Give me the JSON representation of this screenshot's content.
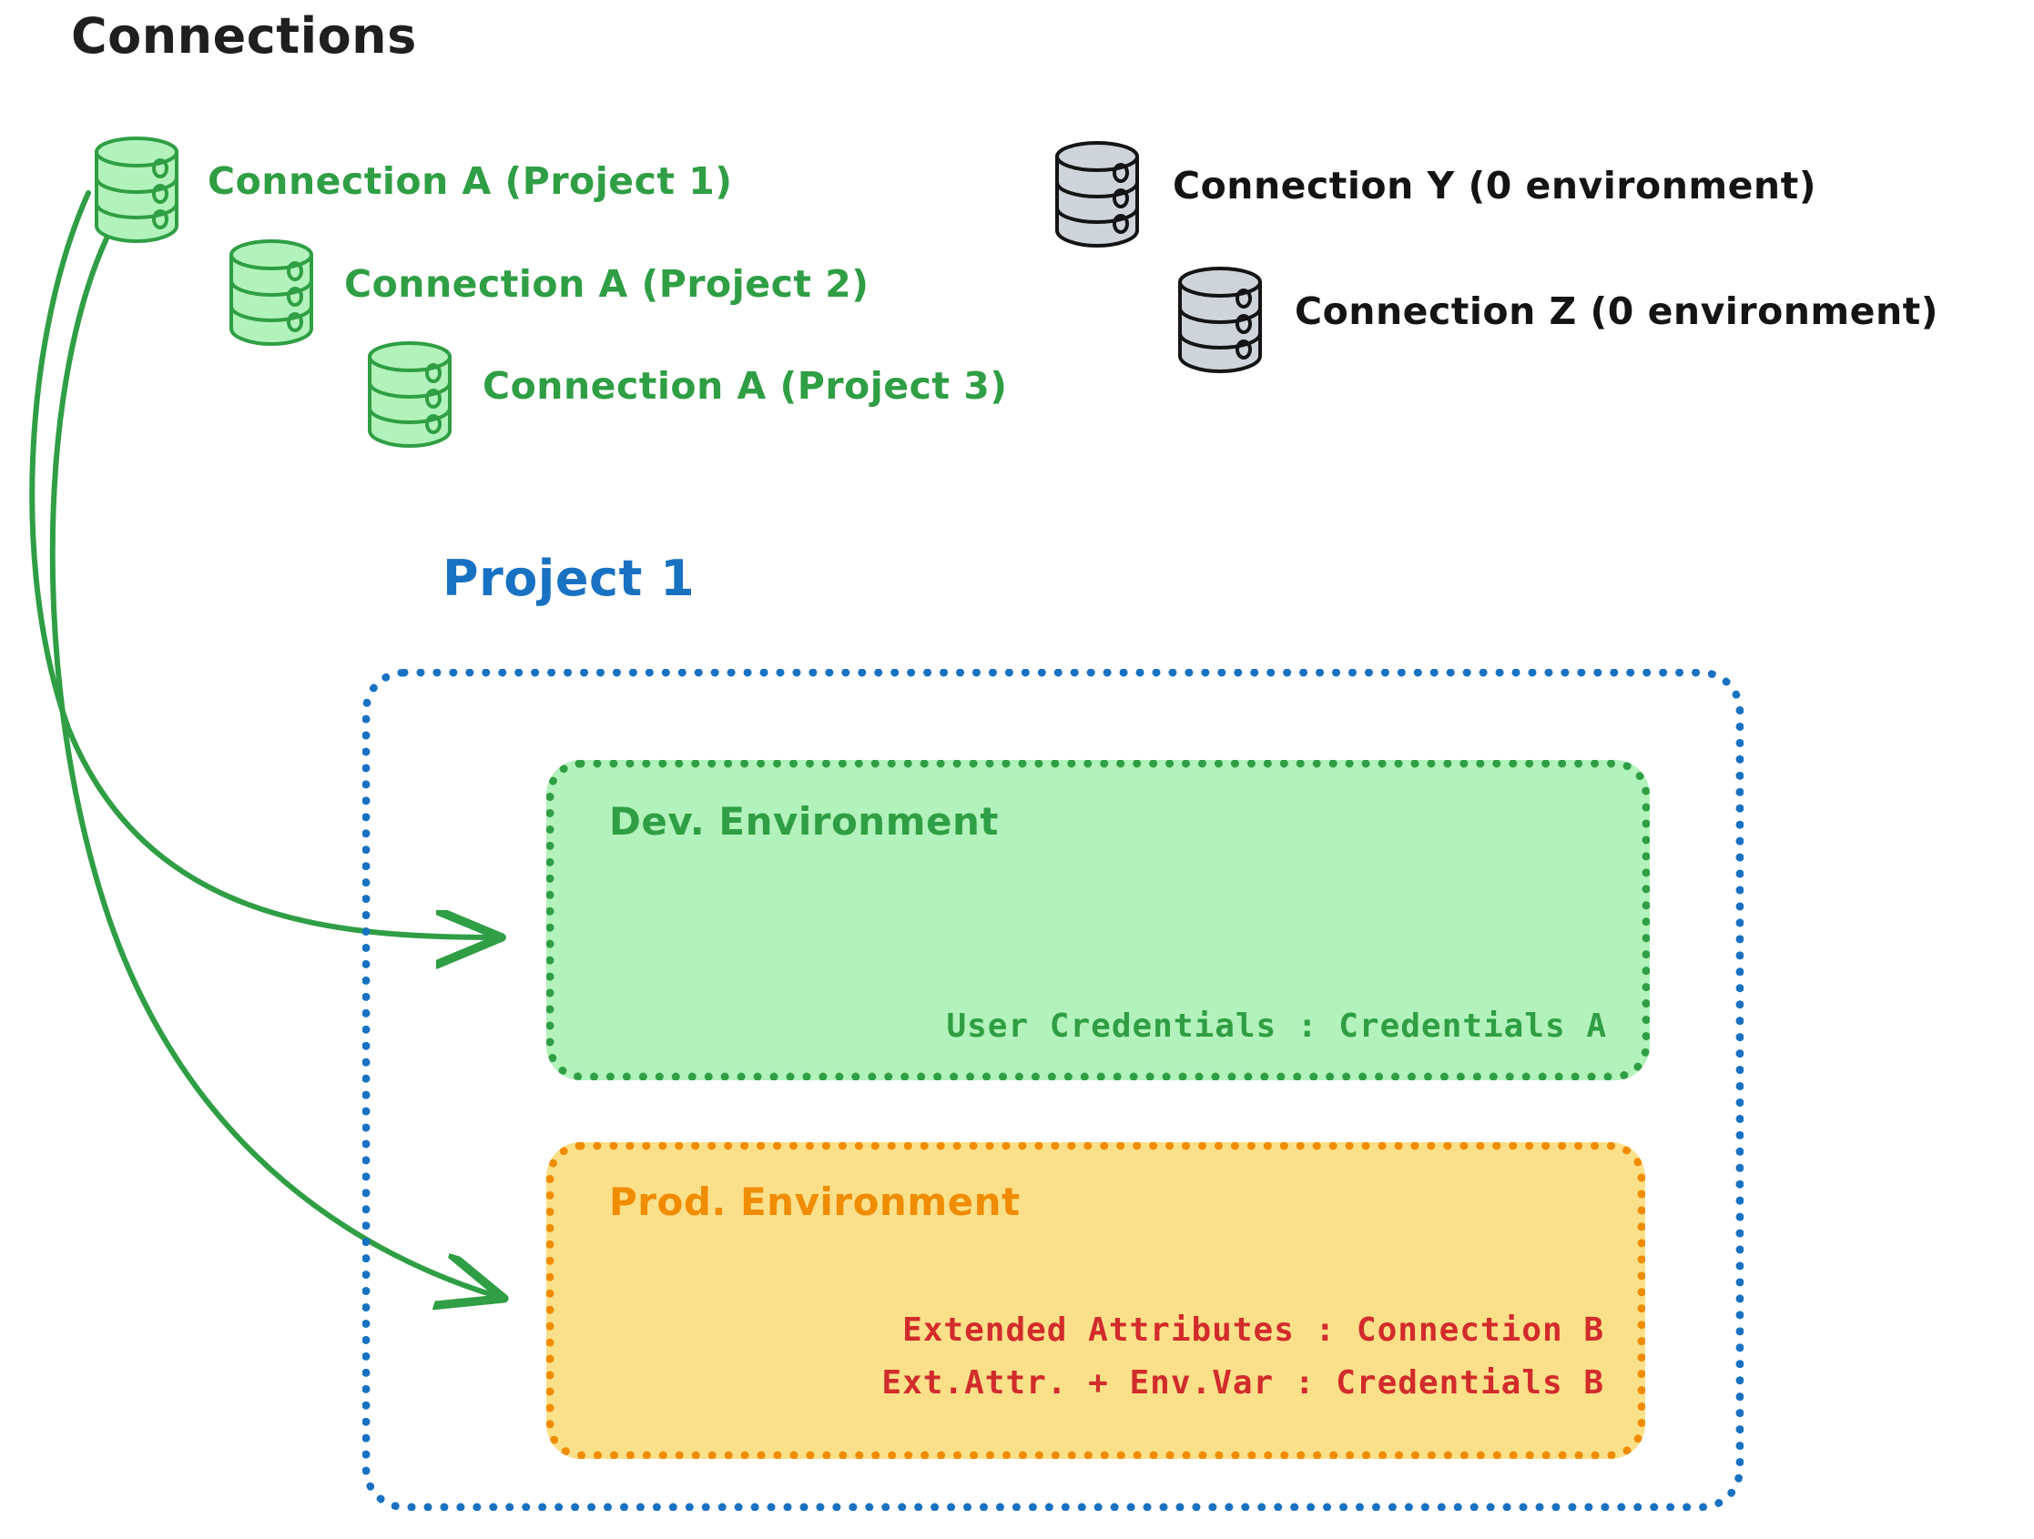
{
  "title": "Connections",
  "colors": {
    "green_stroke": "#2f9e44",
    "green_fill": "#b2f2bb",
    "gray_stroke": "#141414",
    "gray_fill": "#ced4da",
    "blue": "#1971c2",
    "orange": "#f08c00",
    "yellow_fill": "#fbe08a",
    "red": "#d22b2b",
    "black": "#1f1f1f"
  },
  "connections": {
    "heading": "Connections",
    "green_items": [
      {
        "label": "Connection A (Project 1)",
        "icon": "database-icon",
        "color": "green"
      },
      {
        "label": "Connection A (Project 2)",
        "icon": "database-icon",
        "color": "green"
      },
      {
        "label": "Connection A (Project 3)",
        "icon": "database-icon",
        "color": "green"
      }
    ],
    "gray_items": [
      {
        "label": "Connection Y (0 environment)",
        "icon": "database-icon",
        "color": "gray"
      },
      {
        "label": "Connection Z (0 environment)",
        "icon": "database-icon",
        "color": "gray"
      }
    ]
  },
  "project": {
    "title": "Project 1",
    "environments": [
      {
        "name": "Dev. Environment",
        "color": "green",
        "details": [
          "User Credentials : Credentials A"
        ]
      },
      {
        "name": "Prod. Environment",
        "color": "orange",
        "details": [
          "Extended Attributes : Connection B",
          "Ext.Attr. + Env.Var : Credentials B"
        ]
      }
    ]
  },
  "arrows": [
    {
      "name": "arrow-connection-a-to-dev-environment",
      "from": "Connection A (Project 1)",
      "to": "Dev. Environment"
    },
    {
      "name": "arrow-connection-a-to-prod-environment",
      "from": "Connection A (Project 1)",
      "to": "Prod. Environment"
    }
  ]
}
